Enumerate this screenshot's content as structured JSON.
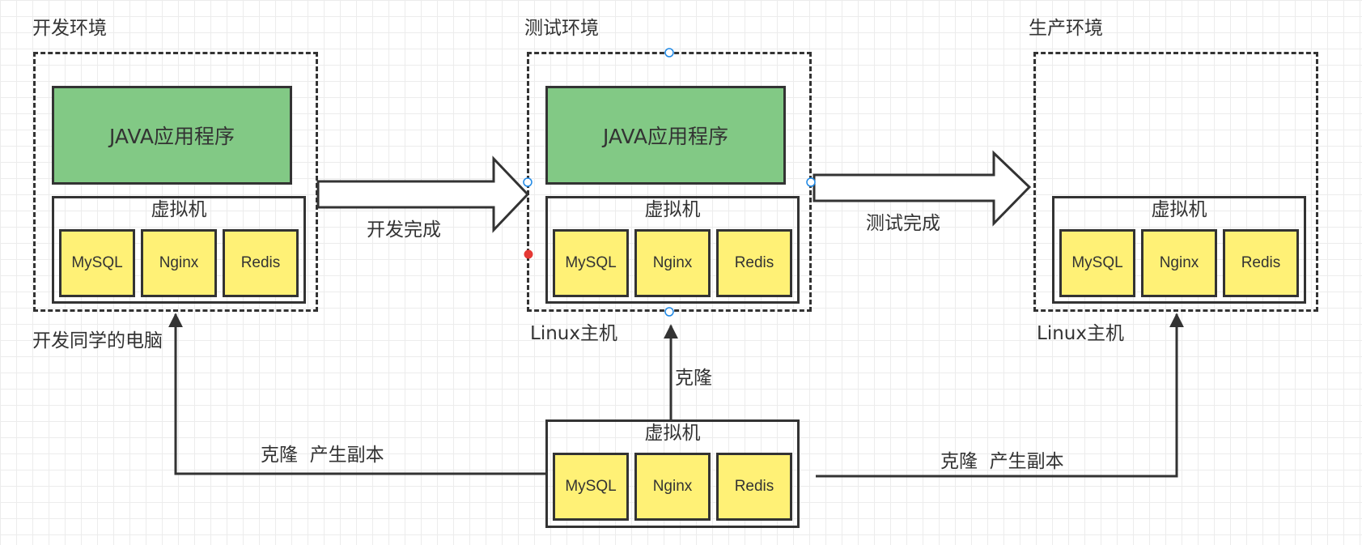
{
  "environments": {
    "dev": {
      "title": "开发环境",
      "caption": "开发同学的电脑",
      "app_label": "JAVA应用程序",
      "vm": {
        "title": "虚拟机",
        "services": [
          "MySQL",
          "Nginx",
          "Redis"
        ]
      }
    },
    "test": {
      "title": "测试环境",
      "caption": "Linux主机",
      "app_label": "JAVA应用程序",
      "vm": {
        "title": "虚拟机",
        "services": [
          "MySQL",
          "Nginx",
          "Redis"
        ]
      }
    },
    "prod": {
      "title": "生产环境",
      "caption": "Linux主机",
      "vm": {
        "title": "虚拟机",
        "services": [
          "MySQL",
          "Nginx",
          "Redis"
        ]
      }
    }
  },
  "source_vm": {
    "title": "虚拟机",
    "services": [
      "MySQL",
      "Nginx",
      "Redis"
    ]
  },
  "transitions": {
    "dev_to_test": "开发完成",
    "test_to_prod": "测试完成"
  },
  "clone_links": {
    "to_test": "克隆",
    "to_dev": "克隆  产生副本",
    "to_prod": "克隆  产生副本"
  },
  "colors": {
    "app_fill": "#82c985",
    "service_fill": "#fff176",
    "stroke": "#333333",
    "handle": "#1e88e5",
    "handle_active": "#e53935"
  }
}
